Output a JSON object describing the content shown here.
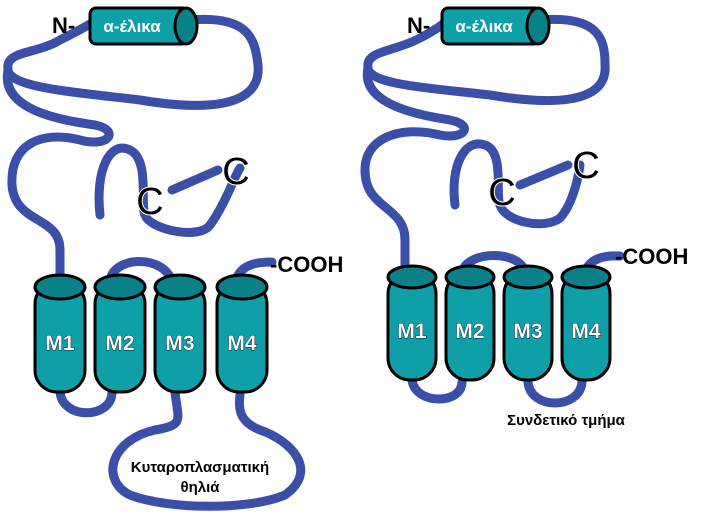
{
  "colors": {
    "chain": "#3a4fa8",
    "helix_fill": "#0e9fa8",
    "helix_top": "#0a8088",
    "outline": "#000000",
    "text_light": "#ffffff",
    "text_dark": "#000000"
  },
  "left_panel": {
    "n_terminus": "N-",
    "helix_label": "α-έλικα",
    "cys_a": "C",
    "cys_b": "C",
    "segments": [
      "M1",
      "M2",
      "M3",
      "M4"
    ],
    "c_terminus": "-COOH",
    "loop_label_line1": "Κυταροπλασματική",
    "loop_label_line2": "θηλιά"
  },
  "right_panel": {
    "n_terminus": "N-",
    "helix_label": "α-έλικα",
    "cys_a": "C",
    "cys_b": "C",
    "segments": [
      "M1",
      "M2",
      "M3",
      "M4"
    ],
    "c_terminus": "-COOH",
    "linker_label": "Συνδετικό τμήμα"
  }
}
